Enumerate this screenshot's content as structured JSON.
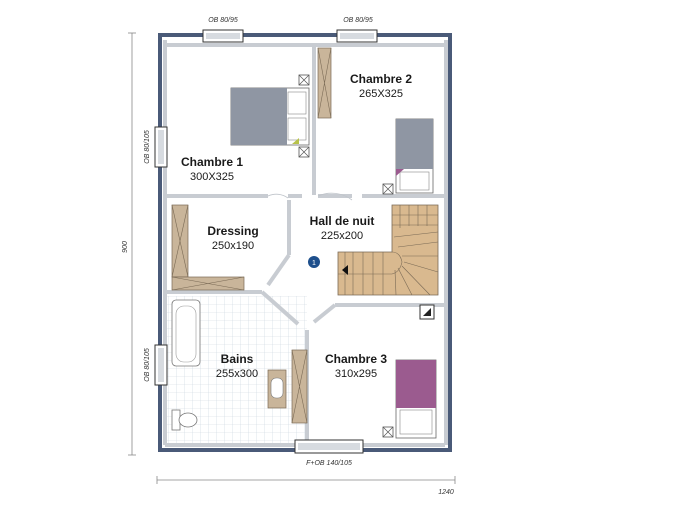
{
  "rooms": {
    "chambre1": {
      "name": "Chambre 1",
      "dims": "300X325"
    },
    "chambre2": {
      "name": "Chambre 2",
      "dims": "265X325"
    },
    "dressing": {
      "name": "Dressing",
      "dims": "250x190"
    },
    "hall": {
      "name": "Hall de nuit",
      "dims": "225x200"
    },
    "bains": {
      "name": "Bains",
      "dims": "255x300"
    },
    "chambre3": {
      "name": "Chambre 3",
      "dims": "310x295"
    }
  },
  "windows": {
    "top_left": "OB 80/95",
    "top_right": "OB 80/95",
    "left_upper": "OB 80/105",
    "left_lower": "OB 80/105",
    "bottom": "F+OB 140/105"
  },
  "dimensions": {
    "height": "900",
    "width": "1240"
  },
  "marker": {
    "label": "1"
  },
  "colors": {
    "exterior_wall": "#4a5a78",
    "bed_cover": "#8f96a3",
    "bed_cover_pink": "#9b5b8f",
    "stairs": "#d9b98f",
    "furniture": "#c9b59a"
  }
}
